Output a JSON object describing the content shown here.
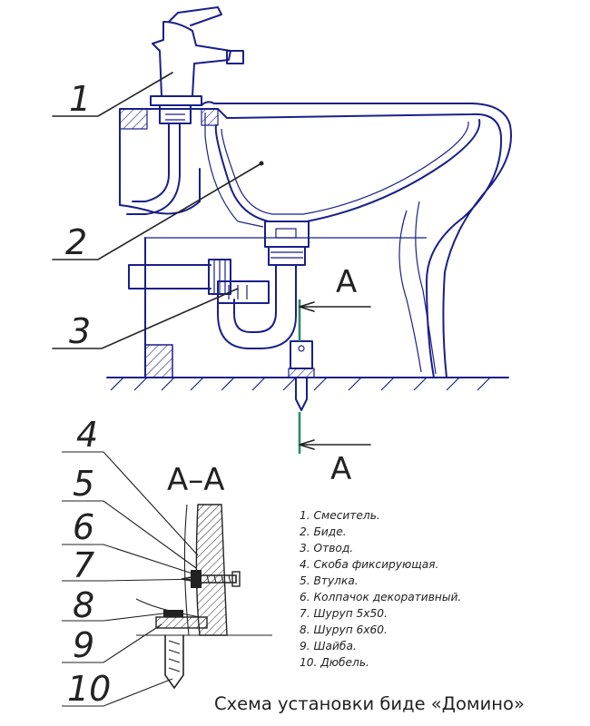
{
  "callouts": [
    "1",
    "2",
    "3",
    "4",
    "5",
    "6",
    "7",
    "8",
    "9",
    "10"
  ],
  "section_marker": "А",
  "section_title": "А–А",
  "legend": [
    "1. Смеситель.",
    "2. Биде.",
    "3. Отвод.",
    "4. Скоба фиксирующая.",
    "5. Втулка.",
    "6. Колпачок декоративный.",
    "7. Шуруп 5х50.",
    "8. Шуруп 6х60.",
    "9. Шайба.",
    "10. Дюбель."
  ],
  "caption": "Схема установки биде «Домино»",
  "colors": {
    "lines": "#1a1f8a",
    "section_line": "#2a8a6a",
    "leaders": "#222222"
  }
}
